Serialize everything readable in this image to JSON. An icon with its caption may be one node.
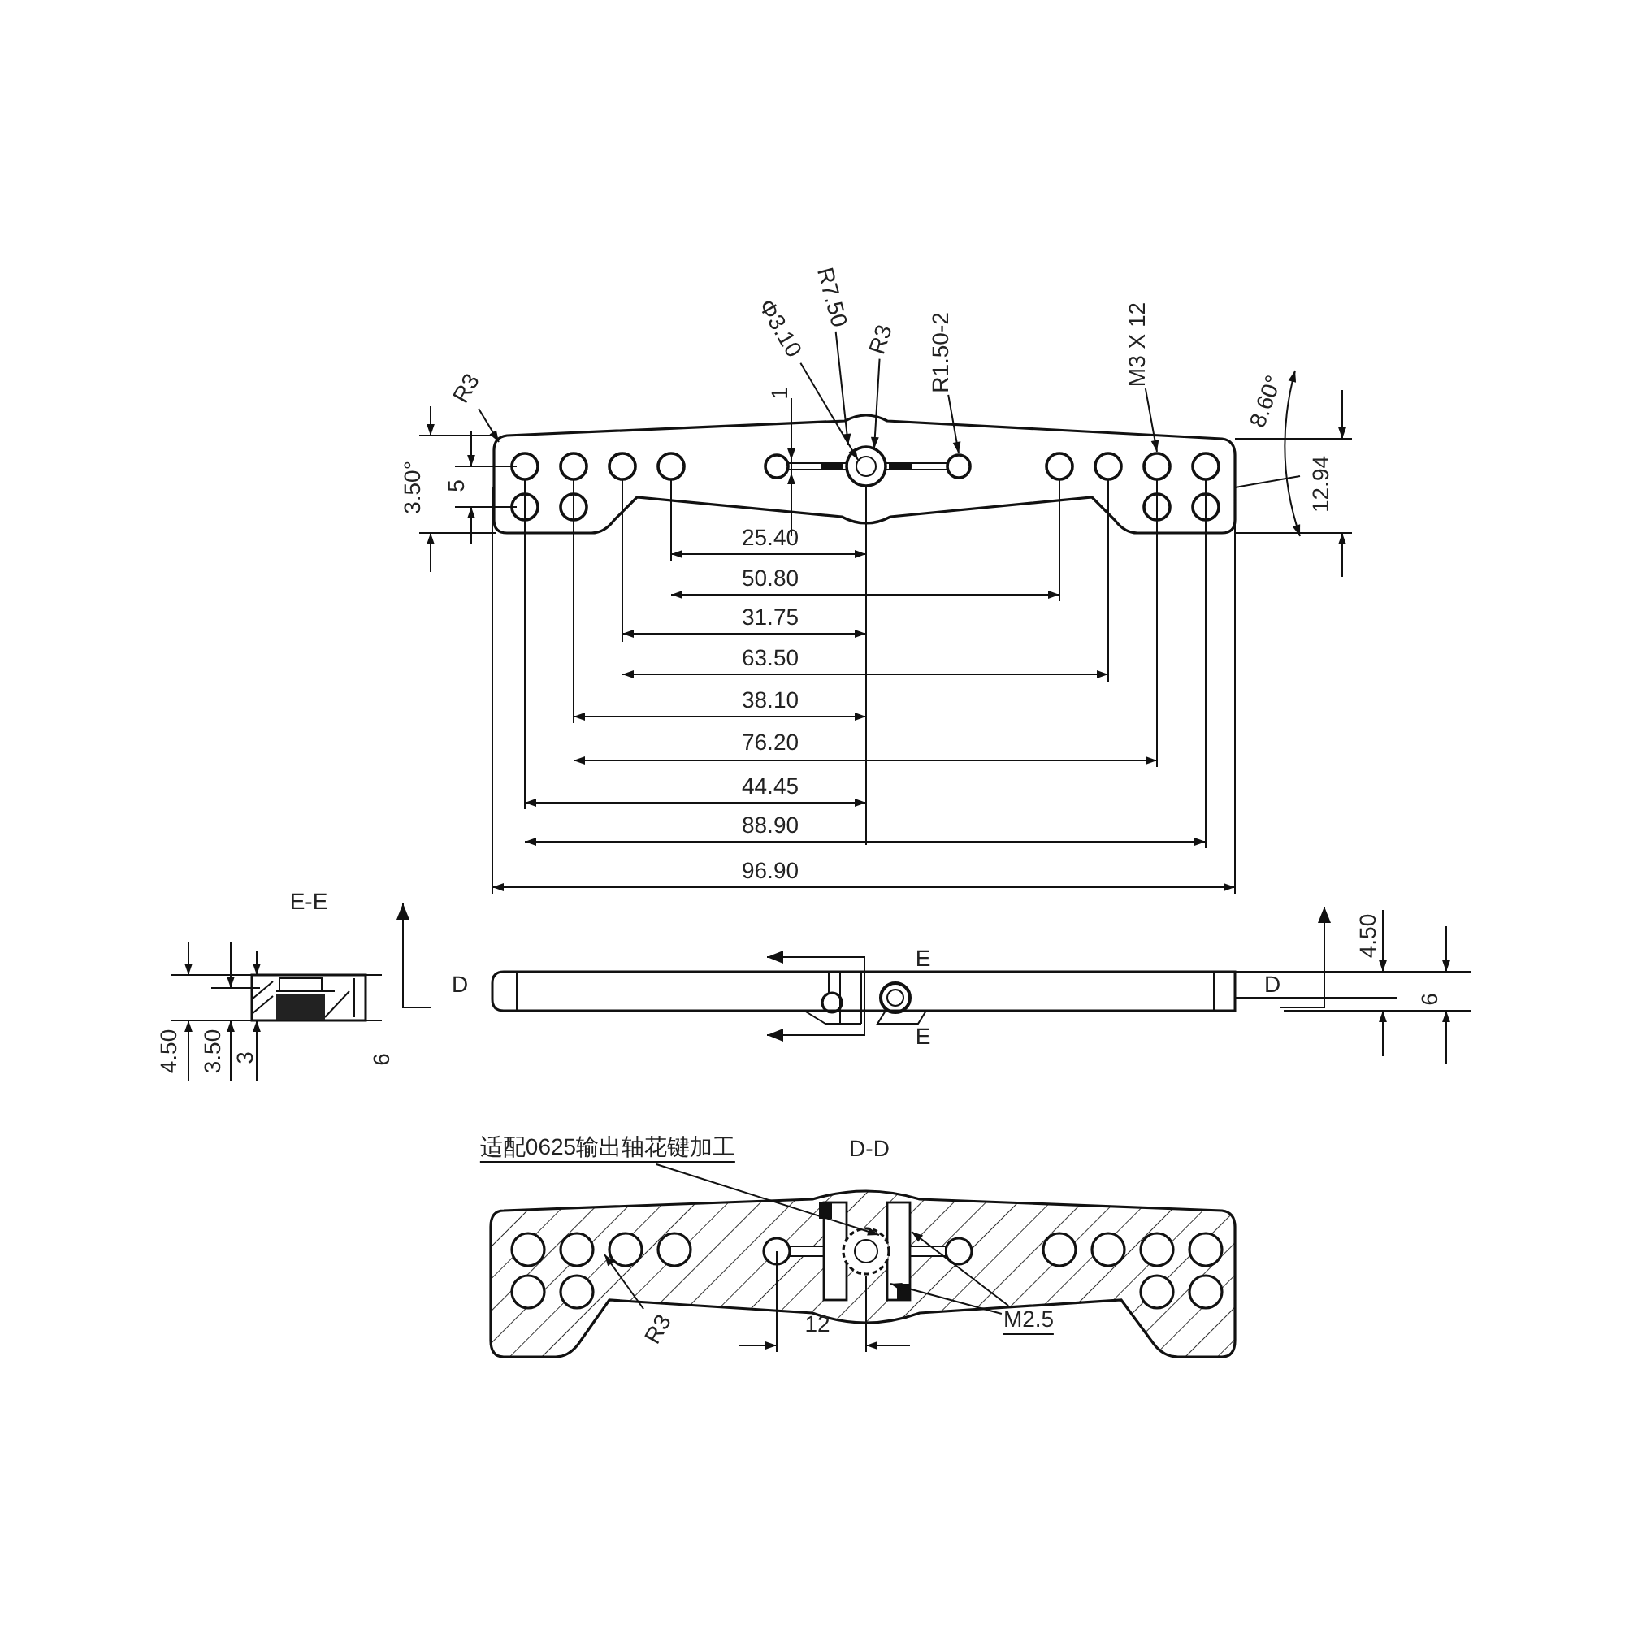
{
  "diagram": {
    "nodes": [
      {
        "text": [
          "R3"
        ]
      },
      {
        "text": [
          "Φ3.10"
        ]
      },
      {
        "text": [
          "R7.50"
        ]
      },
      {
        "text": [
          "R3"
        ]
      },
      {
        "text": [
          "R1.50-2"
        ]
      },
      {
        "text": [
          "M3 X 12"
        ]
      },
      {
        "text": [
          "适配0625输出轴花键加工"
        ]
      },
      {
        "text": [
          "M2.5"
        ]
      },
      {
        "text": [
          "R3"
        ]
      }
    ],
    "edges": [
      {
        "from": 0,
        "to": null,
        "arrow": "to"
      },
      {
        "from": 1,
        "to": null,
        "arrow": "to"
      },
      {
        "from": 2,
        "to": null,
        "arrow": "to"
      },
      {
        "from": 3,
        "to": null,
        "arrow": "to"
      },
      {
        "from": 4,
        "to": null,
        "arrow": "to"
      },
      {
        "from": 5,
        "to": null,
        "arrow": "to"
      },
      {
        "from": 6,
        "to": null,
        "arrow": "to"
      },
      {
        "from": 7,
        "to": null,
        "arrow": "to"
      },
      {
        "from": 7,
        "to": null,
        "arrow": "to"
      },
      {
        "from": 8,
        "to": null,
        "arrow": "to"
      }
    ],
    "labels": [
      "1",
      "8.60°",
      "3.50°",
      "5",
      "12.94",
      "25.40",
      "50.80",
      "31.75",
      "63.50",
      "38.10",
      "76.20",
      "44.45",
      "88.90",
      "96.90",
      "E-E",
      "4.50",
      "D",
      "E",
      "D",
      "6",
      "E",
      "4.50",
      "3.50",
      "3",
      "6",
      "D-D",
      "12"
    ]
  }
}
